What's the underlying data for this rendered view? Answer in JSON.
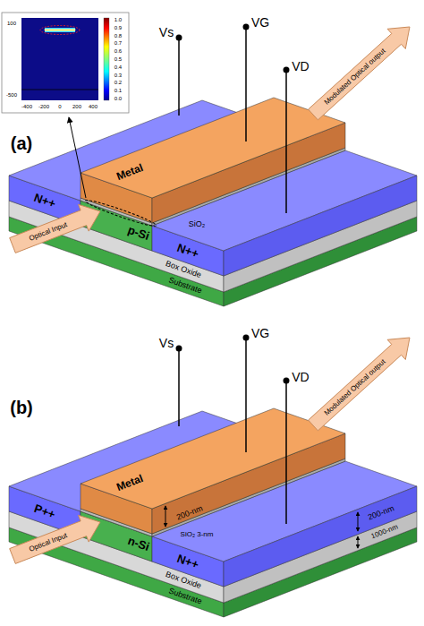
{
  "diagram": {
    "labels": [
      "(a)",
      "Vs",
      "VG",
      "VD",
      "Modulated Optical output",
      "Metal",
      "SiO₂",
      "N++",
      "p-Si",
      "N++",
      "Optical Input",
      "Box Oxide",
      "Substrate",
      "100",
      "-500",
      "-400",
      "-200",
      "0",
      "200",
      "400",
      "1.0",
      "0.9",
      "0.8",
      "0.7",
      "0.6",
      "0.5",
      "0.4",
      "0.3",
      "0.2",
      "0.1",
      "0.0",
      "(b)",
      "Vs",
      "VG",
      "VD",
      "Modulated Optical output",
      "Metal",
      "200-nm",
      "SiO₂ 3-nm",
      "P++",
      "n-Si",
      "N++",
      "200-nm",
      "Optical Input",
      "Box Oxide",
      "Substrate",
      "1000-nm"
    ]
  }
}
